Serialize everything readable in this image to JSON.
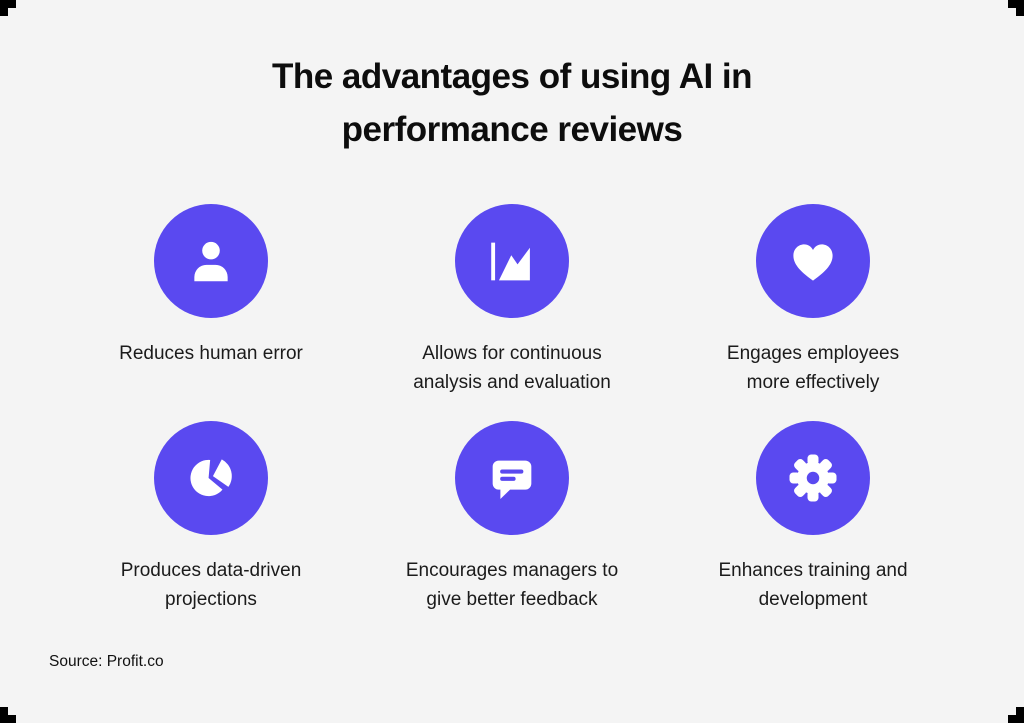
{
  "page": {
    "background": "#f4f4f4",
    "accent": "#5a49f0",
    "icon_glyph_color": "#ffffff",
    "text_color": "#0d0d0d"
  },
  "title": {
    "line1": "The advantages of using AI in",
    "line2": "performance reviews"
  },
  "advantages": [
    {
      "icon": "user-icon",
      "label": "Reduces human error"
    },
    {
      "icon": "area-chart-icon",
      "label": "Allows for continuous\nanalysis and evaluation"
    },
    {
      "icon": "heart-icon",
      "label": "Engages employees\nmore effectively"
    },
    {
      "icon": "pie-chart-icon",
      "label": "Produces data-driven\nprojections"
    },
    {
      "icon": "chat-bubble-icon",
      "label": "Encourages managers to\ngive better feedback"
    },
    {
      "icon": "gear-icon",
      "label": "Enhances training and\ndevelopment"
    }
  ],
  "source": "Source: Profit.co"
}
